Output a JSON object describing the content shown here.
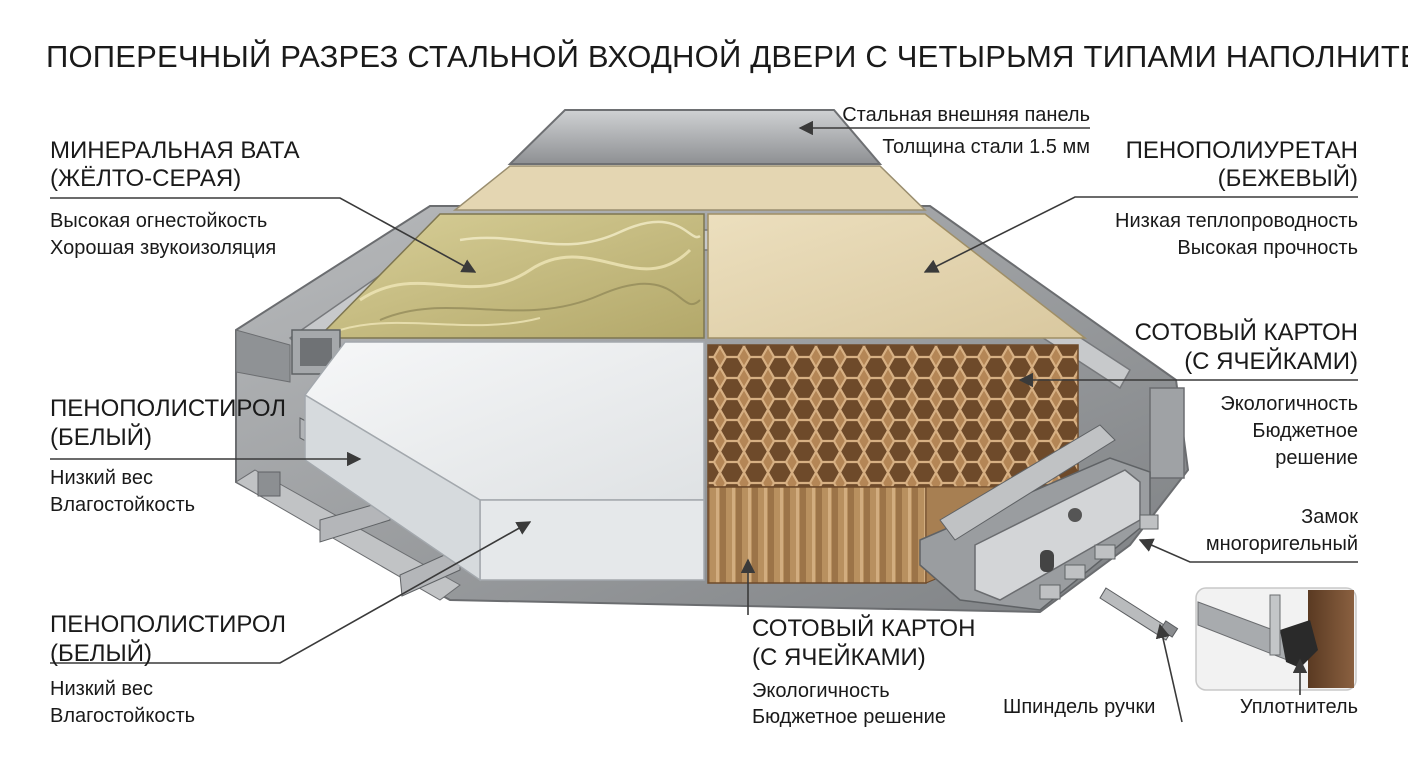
{
  "title": "ПОПЕРЕЧНЫЙ РАЗРЕЗ СТАЛЬНОЙ ВХОДНОЙ ДВЕРИ С ЧЕТЫРЬМЯ ТИПАМИ НАПОЛНИТЕЛЯ",
  "steel_panel": {
    "label": "Стальная внешняя панель",
    "thickness": "Толщина стали 1.5 мм"
  },
  "mineral_wool": {
    "name": "МИНЕРАЛЬНАЯ ВАТА",
    "color": "(ЖЁЛТО-СЕРАЯ)",
    "props": [
      "Высокая огнестойкость",
      "Хорошая звукоизоляция"
    ]
  },
  "polyurethane": {
    "name": "ПЕНОПОЛИУРЕТАН",
    "color": "(БЕЖЕВЫЙ)",
    "props": [
      "Низкая теплопроводность",
      "Высокая прочность"
    ]
  },
  "honeycomb_right": {
    "name": "СОТОВЫЙ КАРТОН",
    "color": "(С ЯЧЕЙКАМИ)",
    "props": [
      "Экологичность",
      "Бюджетное",
      "решение"
    ]
  },
  "polystyrene_top": {
    "name": "ПЕНОПОЛИСТИРОЛ",
    "color": "(БЕЛЫЙ)",
    "props": [
      "Низкий вес",
      "Влагостойкость"
    ]
  },
  "polystyrene_bottom": {
    "name": "ПЕНОПОЛИСТИРОЛ",
    "color": "(БЕЛЫЙ)",
    "props": [
      "Низкий вес",
      "Влагостойкость"
    ]
  },
  "honeycomb_bottom": {
    "name": "СОТОВЫЙ КАРТОН",
    "color": "(С ЯЧЕЙКАМИ)",
    "props": [
      "Экологичность",
      "Бюджетное решение"
    ]
  },
  "lock": {
    "line1": "Замок",
    "line2": "многоригельный"
  },
  "spindle": {
    "label": "Шпиндель ручки"
  },
  "seal": {
    "label": "Уплотнитель"
  },
  "colors": {
    "steel": "#a9abad",
    "mineral_wool": "#c9bf86",
    "polyurethane": "#e6d8b5",
    "polystyrene": "#eef0f1",
    "honeycomb": "#b58a5c"
  }
}
